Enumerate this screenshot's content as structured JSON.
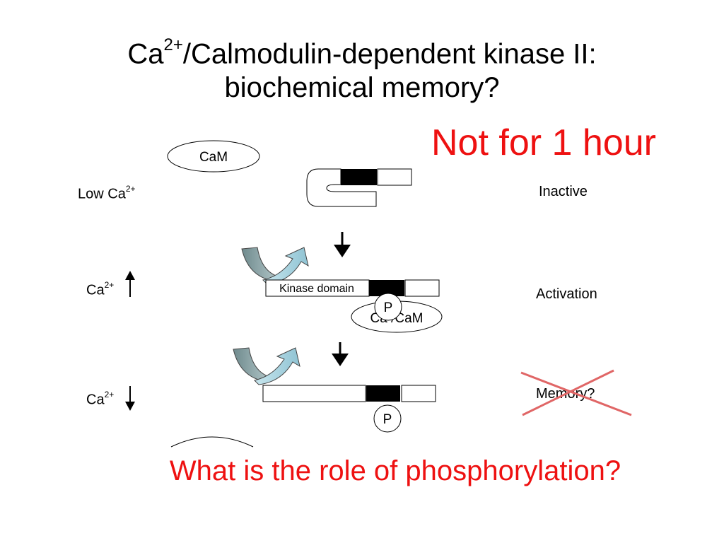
{
  "title": {
    "line1_prefix": "Ca",
    "line1_sup": "2+",
    "line1_suffix": "/Calmodulin-dependent kinase II:",
    "line2": "biochemical memory?"
  },
  "callout": "Not for 1 hour",
  "question": "What is the role of phosphorylation?",
  "rows": {
    "low": {
      "condition_prefix": "Low Ca",
      "condition_sup": "2+",
      "state": "Inactive"
    },
    "rise": {
      "condition_prefix": "Ca",
      "condition_sup": "2+",
      "state": "Activation"
    },
    "fall": {
      "condition_prefix": "Ca",
      "condition_sup": "2+",
      "state": "Memory?"
    }
  },
  "molecule": {
    "cam_label": "CaM",
    "kinase_domain_label": "Kinase domain",
    "ca_cam_label": "Ca  /CaM",
    "phospho_label": "P"
  },
  "colors": {
    "accent_red": "#ee1111",
    "cross_red": "#e06666",
    "arrow_fill_dark": "#8fa8ab",
    "arrow_fill_light": "#a8d2de"
  }
}
